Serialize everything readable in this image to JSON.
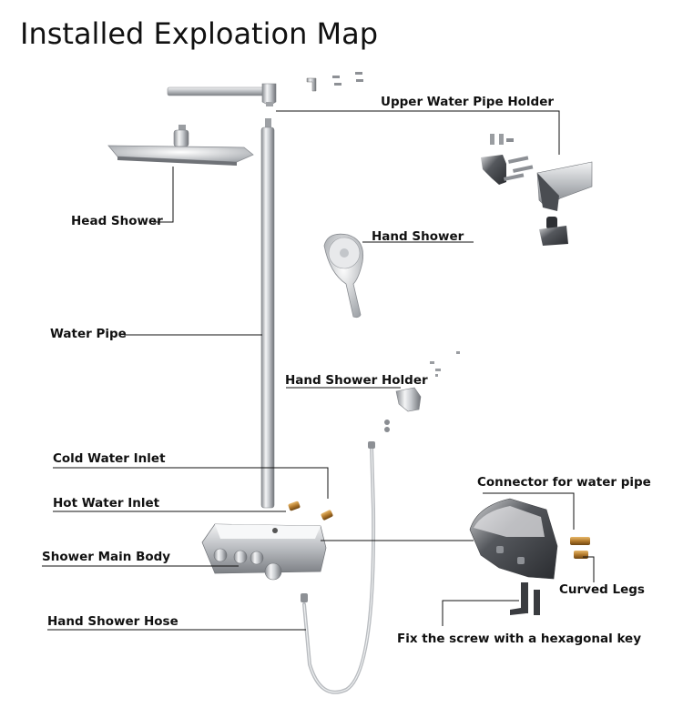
{
  "title": "Installed Exploation Map",
  "labels": {
    "upper_water_pipe_holder": "Upper Water Pipe Holder",
    "head_shower": "Head Shower",
    "hand_shower": "Hand Shower",
    "water_pipe": "Water Pipe",
    "hand_shower_holder": "Hand Shower Holder",
    "cold_water_inlet": "Cold Water Inlet",
    "hot_water_inlet": "Hot Water Inlet",
    "connector_for_water_pipe": "Connector for water pipe",
    "shower_main_body": "Shower Main Body",
    "curved_legs": "Curved Legs",
    "hand_shower_hose": "Hand Shower Hose",
    "fix_screw_hex_key": "Fix the screw with a hexagonal key"
  }
}
